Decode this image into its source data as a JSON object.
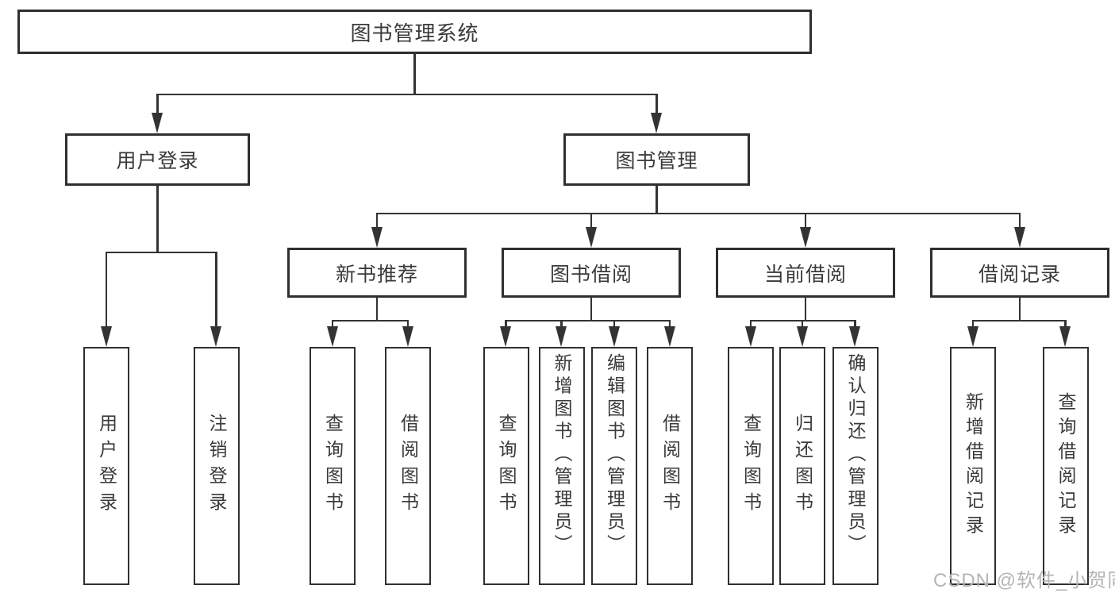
{
  "background": "#ffffff",
  "colors": {
    "line": "#333333",
    "text": "#3a3a3a",
    "watermark": "#b5b5b5"
  },
  "tree": {
    "root": {
      "label": "图书管理系统"
    },
    "branches": [
      {
        "label": "用户登录",
        "children": [
          {
            "label": "用户登录"
          },
          {
            "label": "注销登录"
          }
        ]
      },
      {
        "label": "图书管理",
        "children": [
          {
            "label": "新书推荐",
            "children": [
              {
                "label": "查询图书"
              },
              {
                "label": "借阅图书"
              }
            ]
          },
          {
            "label": "图书借阅",
            "children": [
              {
                "label": "查询图书"
              },
              {
                "label": "新增图书（管理员）"
              },
              {
                "label": "编辑图书（管理员）"
              },
              {
                "label": "借阅图书"
              }
            ]
          },
          {
            "label": "当前借阅",
            "children": [
              {
                "label": "查询图书"
              },
              {
                "label": "归还图书"
              },
              {
                "label": "确认归还（管理员）"
              }
            ]
          },
          {
            "label": "借阅记录",
            "children": [
              {
                "label": "新增借阅记录"
              },
              {
                "label": "查询借阅记录"
              }
            ]
          }
        ]
      }
    ]
  },
  "watermark": {
    "text": "CSDN @软件_小贺同学"
  }
}
